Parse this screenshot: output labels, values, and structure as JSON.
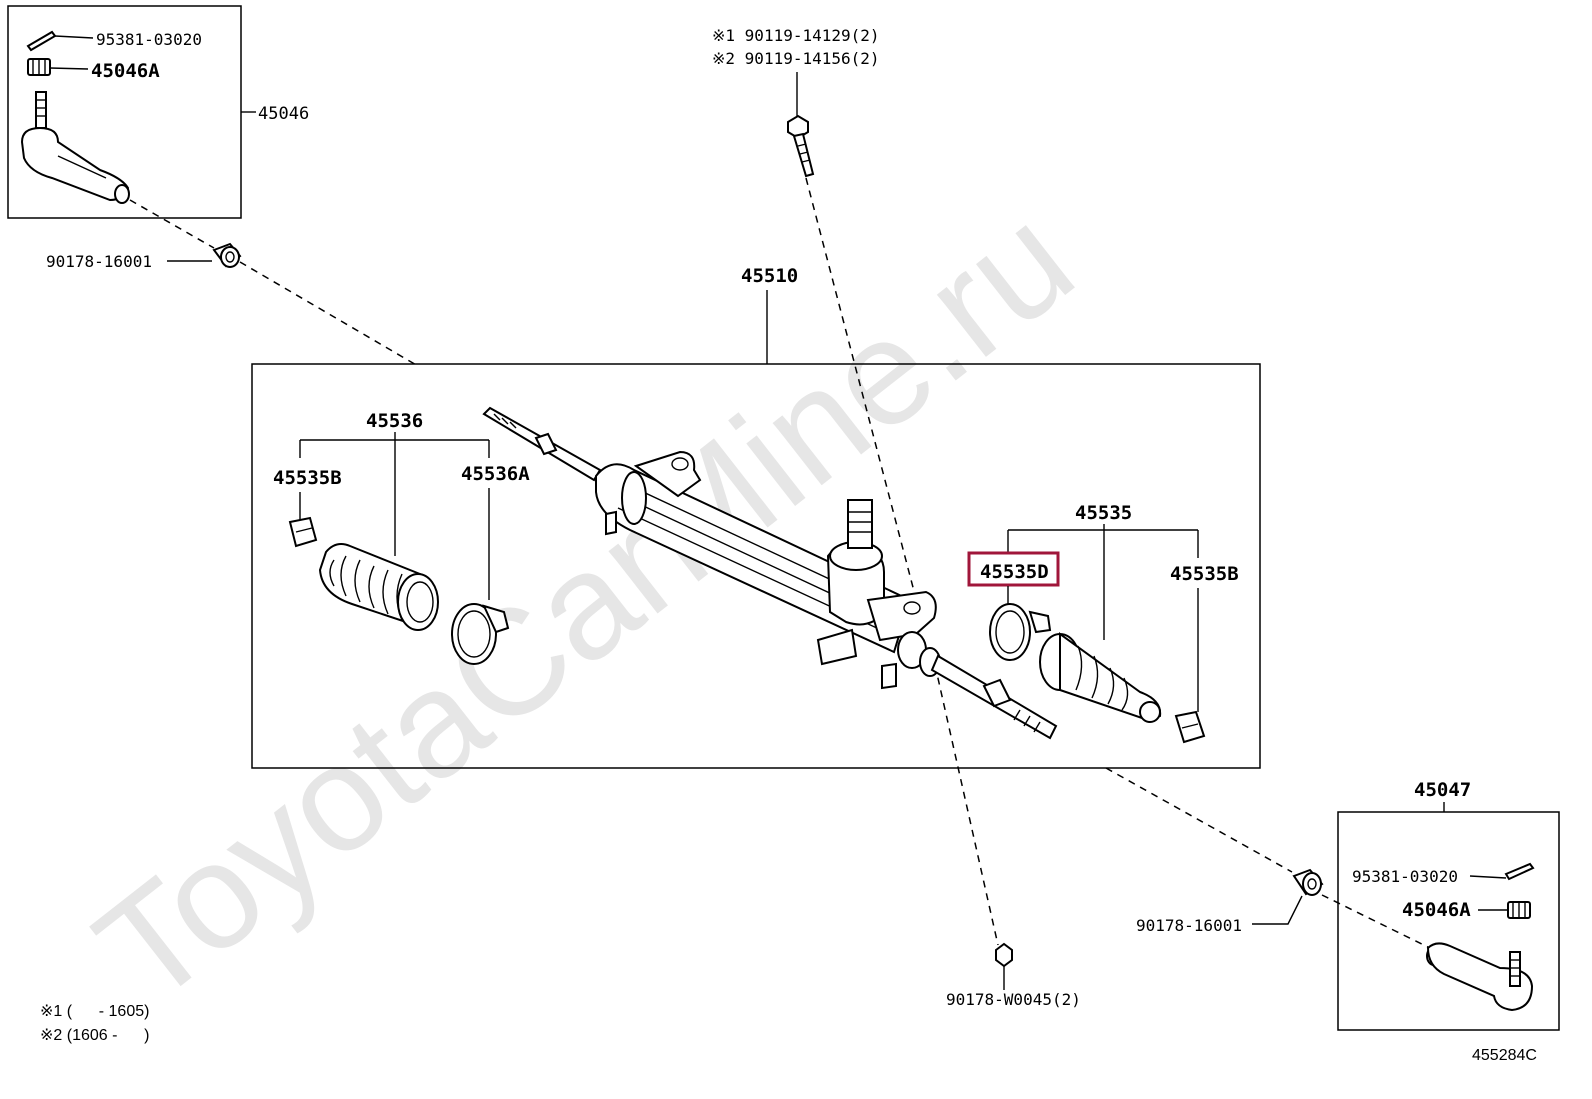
{
  "watermark": "ToyotaCarMine.ru",
  "figure_ref": "455284C",
  "notes": {
    "note1": "※1 (      - 1605)",
    "note2": "※2 (1606 -      )"
  },
  "bolt": {
    "line1": "※1 90119-14129(2)",
    "line2": "※2 90119-14156(2)"
  },
  "labels": {
    "tie_end_left": "45046",
    "cotter_left": "95381-03020",
    "nut_left": "45046A",
    "bush_left": "90178-16001",
    "rack_assembly": "45510",
    "boot_kit_left": "45536",
    "clamp_left_small": "45535B",
    "clamp_left_large": "45536A",
    "boot_kit_right": "45535",
    "clamp_right_large": "45535D",
    "clamp_right_small": "45535B",
    "nut_bottom": "90178-W0045(2)",
    "tie_end_right": "45047",
    "cotter_right": "95381-03020",
    "nut_right": "45046A",
    "bush_right": "90178-16001"
  },
  "highlighted_part": "45535D"
}
